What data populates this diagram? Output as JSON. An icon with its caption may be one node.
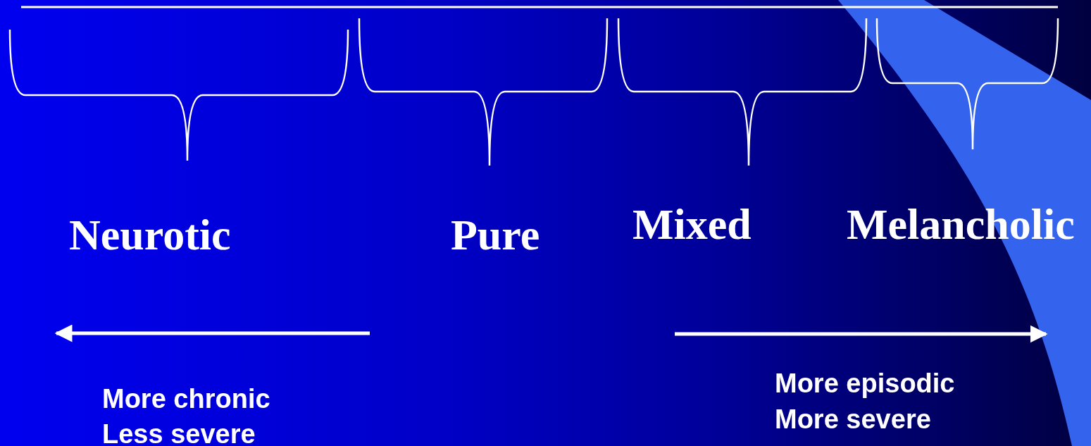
{
  "diagram": {
    "labels": [
      "Neurotic",
      "Pure",
      "Mixed",
      "Melancholic",
      "More chronic",
      "Less severe",
      "More episodic",
      "More severe"
    ]
  }
}
